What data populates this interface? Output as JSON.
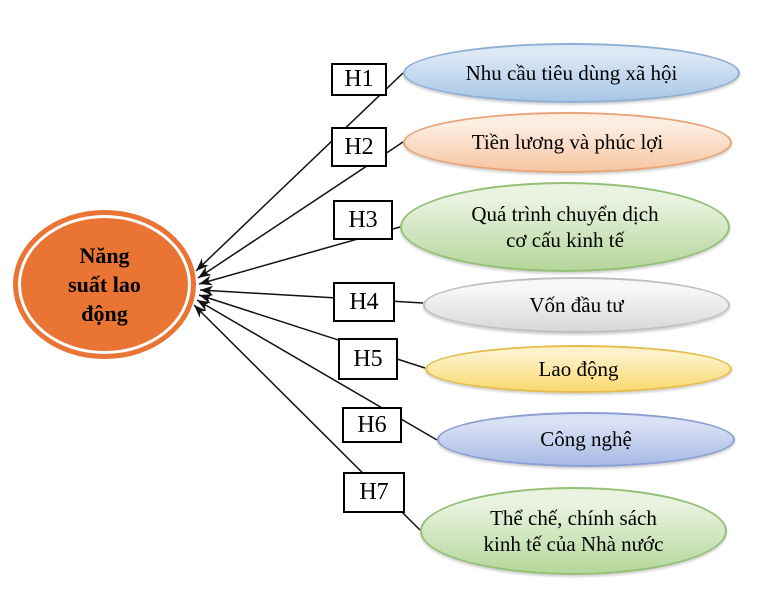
{
  "diagram": {
    "center_node": {
      "label": "Năng suất lao động",
      "lines": [
        "Năng",
        "suất lao",
        "động"
      ],
      "fill_color": "#e97433"
    },
    "relations": [
      {
        "id": "H1",
        "factor": "Nhu cầu tiêu dùng xã hội",
        "lines": [
          "Nhu cầu tiêu dùng xã hội"
        ],
        "colors": {
          "top": "#dce8f5",
          "bottom": "#a8c6e7",
          "border": "#8fafd4"
        }
      },
      {
        "id": "H2",
        "factor": "Tiền lương và phúc lợi",
        "lines": [
          "Tiền lương và phúc lợi"
        ],
        "colors": {
          "top": "#fdeee2",
          "bottom": "#f6c6a2",
          "border": "#e8a379"
        }
      },
      {
        "id": "H3",
        "factor": "Quá trình chuyển dịch cơ cấu kinh tế",
        "lines": [
          "Quá trình chuyển dịch",
          "cơ cấu kinh tế"
        ],
        "colors": {
          "top": "#e9f3e0",
          "bottom": "#b5d69b",
          "border": "#94bf77"
        }
      },
      {
        "id": "H4",
        "factor": "Vốn đầu tư",
        "lines": [
          "Vốn đầu tư"
        ],
        "colors": {
          "top": "#f8f8f8",
          "bottom": "#d8d8d8",
          "border": "#c0c0c0"
        }
      },
      {
        "id": "H5",
        "factor": "Lao động",
        "lines": [
          "Lao động"
        ],
        "colors": {
          "top": "#fdf2c8",
          "bottom": "#fad96e",
          "border": "#e3bd51"
        }
      },
      {
        "id": "H6",
        "factor": "Công nghệ",
        "lines": [
          "Công nghệ"
        ],
        "colors": {
          "top": "#d9e1f4",
          "bottom": "#a8bae5",
          "border": "#8c9fd3"
        }
      },
      {
        "id": "H7",
        "factor": "Thể chế, chính sách kinh tế của Nhà nước",
        "lines": [
          "Thể chế, chính sách",
          "kinh tế của Nhà nước"
        ],
        "colors": {
          "top": "#e9f3e0",
          "bottom": "#b4d79a",
          "border": "#94bf77"
        }
      }
    ],
    "arrow_color": "#111111"
  }
}
